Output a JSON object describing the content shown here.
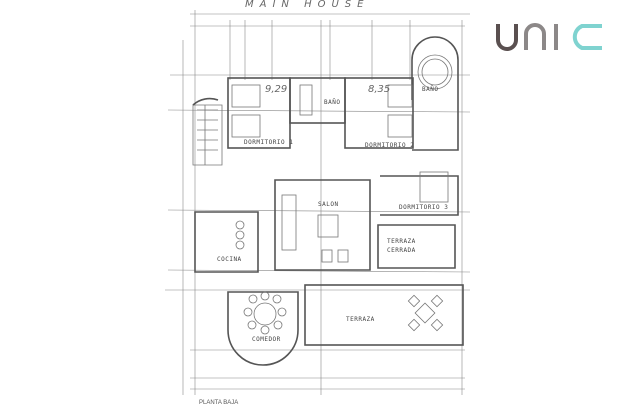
{
  "plan": {
    "handwritten_title": "MAIN HOUSE",
    "area_notes": [
      "9,29",
      "8,35"
    ],
    "rooms": {
      "dormitorio1": "DORMITORIO 1",
      "bano1": "BAÑO",
      "dormitorio2": "DORMITORIO 2",
      "bano2": "BAÑO",
      "salon": "SALON",
      "dormitorio3": "DORMITORIO 3",
      "cocina": "COCINA",
      "terraza_cerrada_1": "TERRAZA",
      "terraza_cerrada_2": "CERRADA",
      "comedor": "COMEDOR",
      "terraza": "TERRAZA"
    },
    "caption": "PLANTA BAJA"
  },
  "logo": {
    "text": "unic",
    "colors": {
      "u": "#5a5050",
      "n": "#8c8888",
      "i": "#8c8888",
      "c": "#7fd3d0"
    }
  }
}
